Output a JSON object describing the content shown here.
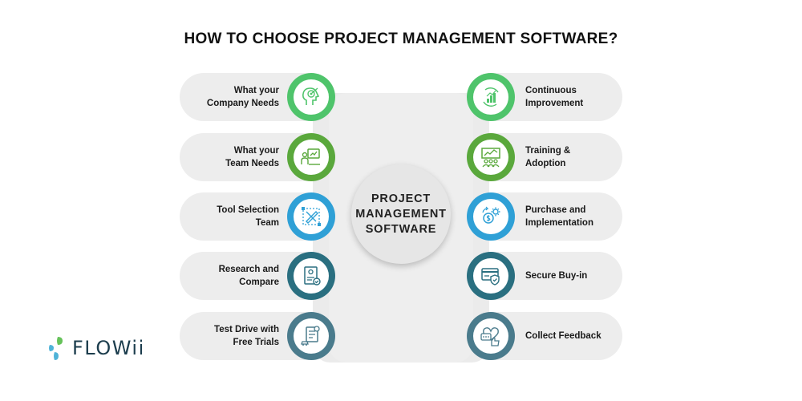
{
  "title": "HOW TO CHOOSE PROJECT MANAGEMENT SOFTWARE?",
  "hub": {
    "lines": [
      "PROJECT",
      "MANAGEMENT",
      "SOFTWARE"
    ]
  },
  "left_steps": [
    {
      "label": "What your\nCompany Needs",
      "icon": "head-target-icon",
      "color": "#4fc46b"
    },
    {
      "label": "What your\nTeam Needs",
      "icon": "team-presentation-icon",
      "color": "#5aa83c"
    },
    {
      "label": "Tool Selection\nTeam",
      "icon": "design-tools-icon",
      "color": "#2fa0d6"
    },
    {
      "label": "Research and\nCompare",
      "icon": "document-check-icon",
      "color": "#2a6f80"
    },
    {
      "label": "Test Drive with\nFree Trials",
      "icon": "checklist-car-icon",
      "color": "#4a7b8c"
    }
  ],
  "right_steps": [
    {
      "label": "Continuous\nImprovement",
      "icon": "growth-chart-icon",
      "color": "#4fc46b"
    },
    {
      "label": "Training &\nAdoption",
      "icon": "training-board-icon",
      "color": "#5aa83c"
    },
    {
      "label": "Purchase and\nImplementation",
      "icon": "coin-gear-icon",
      "color": "#2fa0d6"
    },
    {
      "label": "Secure Buy-in",
      "icon": "secure-card-icon",
      "color": "#2a6f80"
    },
    {
      "label": "Collect Feedback",
      "icon": "feedback-hand-icon",
      "color": "#4a7b8c"
    }
  ],
  "logo": {
    "text": "FLOWii",
    "colors": [
      "#4fb3d8",
      "#66c25a"
    ]
  }
}
